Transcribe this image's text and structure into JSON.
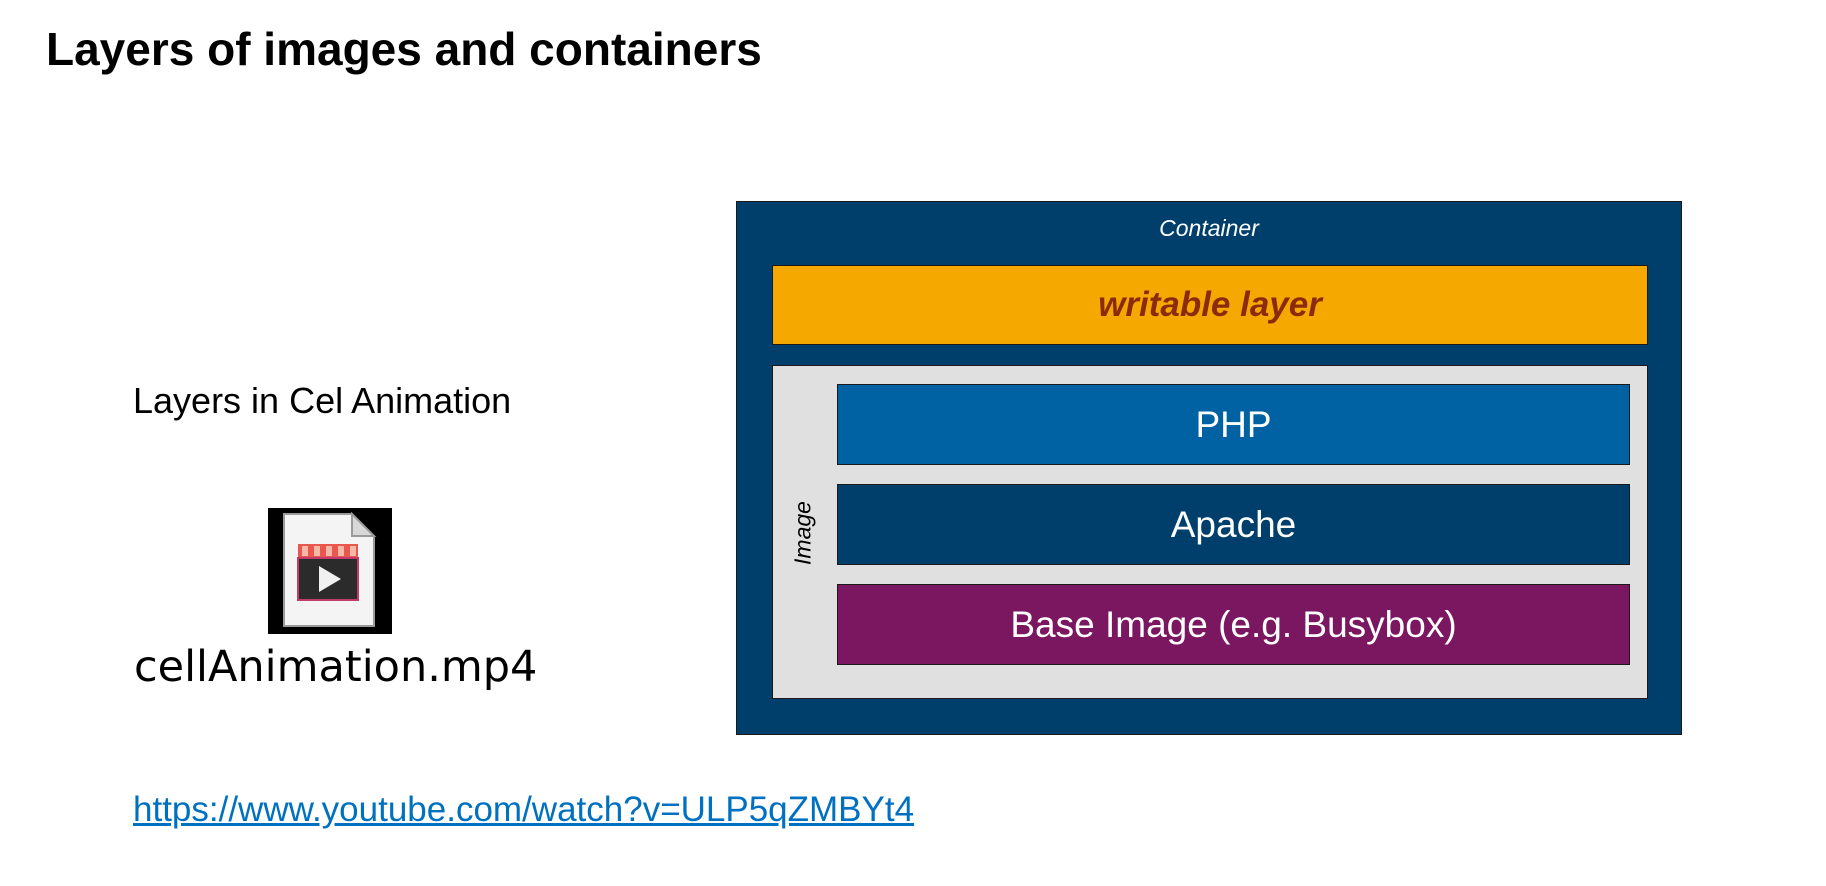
{
  "slide": {
    "title": "Layers of images and containers"
  },
  "left_panel": {
    "animation_label": "Layers in Cel Animation",
    "file": {
      "name": "cellAnimation.mp4",
      "icon": "video-file-icon"
    },
    "link": {
      "text": "https://www.youtube.com/watch?v=ULP5qZMBYt4",
      "color": "#0070c0"
    }
  },
  "diagram": {
    "container_label": "Container",
    "writable_layer_label": "writable layer",
    "image_label": "Image",
    "image_layers": [
      {
        "label": "PHP",
        "color": "#0062a3"
      },
      {
        "label": "Apache",
        "color": "#003f6c"
      },
      {
        "label": "Base Image (e.g. Busybox)",
        "color": "#7a1760"
      }
    ],
    "colors": {
      "container": "#003f6c",
      "writable_layer": "#f5a800",
      "writable_text": "#8b2b0e",
      "image_background": "#e0e0e0"
    }
  }
}
